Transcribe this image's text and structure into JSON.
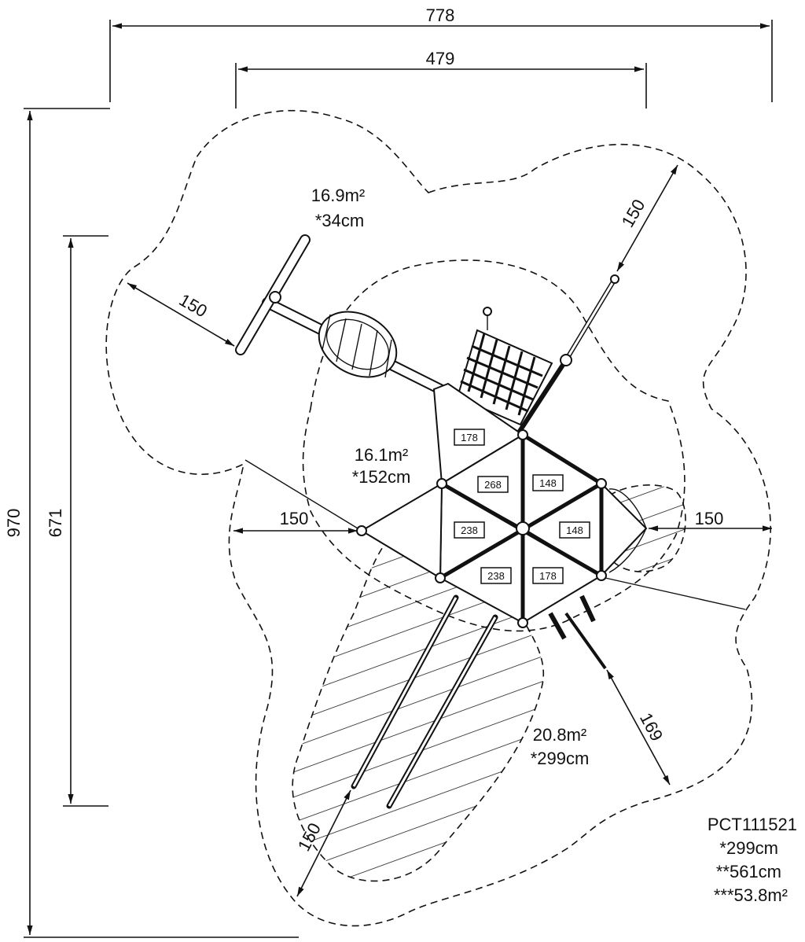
{
  "overall": {
    "width_outer": "778",
    "width_inner": "479",
    "height_outer": "970",
    "height_inner": "671"
  },
  "clearances": {
    "top_left": "150",
    "top_right": "150",
    "left": "150",
    "right": "150",
    "bottom_left": "150",
    "bottom_right": "169"
  },
  "areas": {
    "top": {
      "area": "16.9m²",
      "height": "*34cm"
    },
    "middle": {
      "area": "16.1m²",
      "height": "*152cm"
    },
    "bottom": {
      "area": "20.8m²",
      "height": "*299cm"
    }
  },
  "platforms": {
    "p1": "178",
    "p2": "268",
    "p3": "148",
    "p4": "238",
    "p5": "148",
    "p6": "238",
    "p7": "178"
  },
  "product": {
    "code": "PCT111521",
    "line1": "*299cm",
    "line2": "**561cm",
    "line3": "***53.8m²"
  }
}
